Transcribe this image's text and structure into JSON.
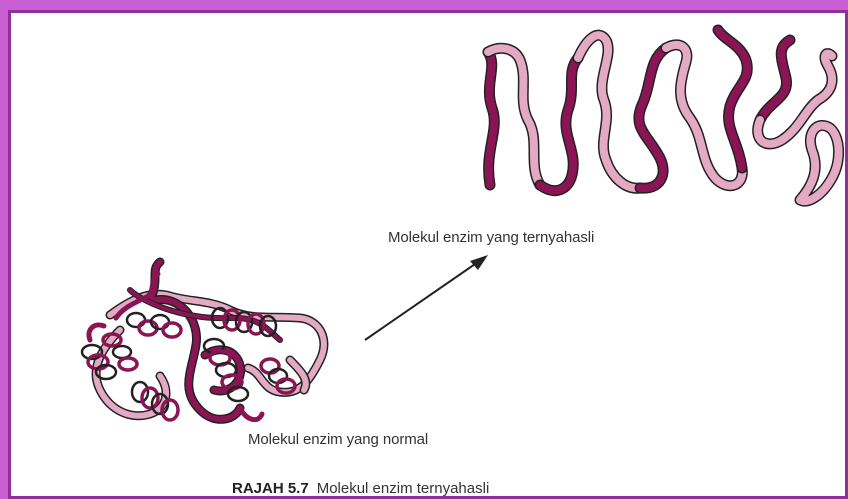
{
  "labels": {
    "denatured": "Molekul enzim yang ternyahasli",
    "normal": "Molekul enzim yang normal"
  },
  "caption": {
    "figure": "RAJAH 5.7",
    "text": "Molekul enzim ternyahasli"
  },
  "colors": {
    "frame": "#c860d4",
    "border": "#8f2f98",
    "ribbon_dark": "#8b1454",
    "ribbon_light": "#e4a9c3",
    "outline": "#222222",
    "arrow": "#222222"
  }
}
